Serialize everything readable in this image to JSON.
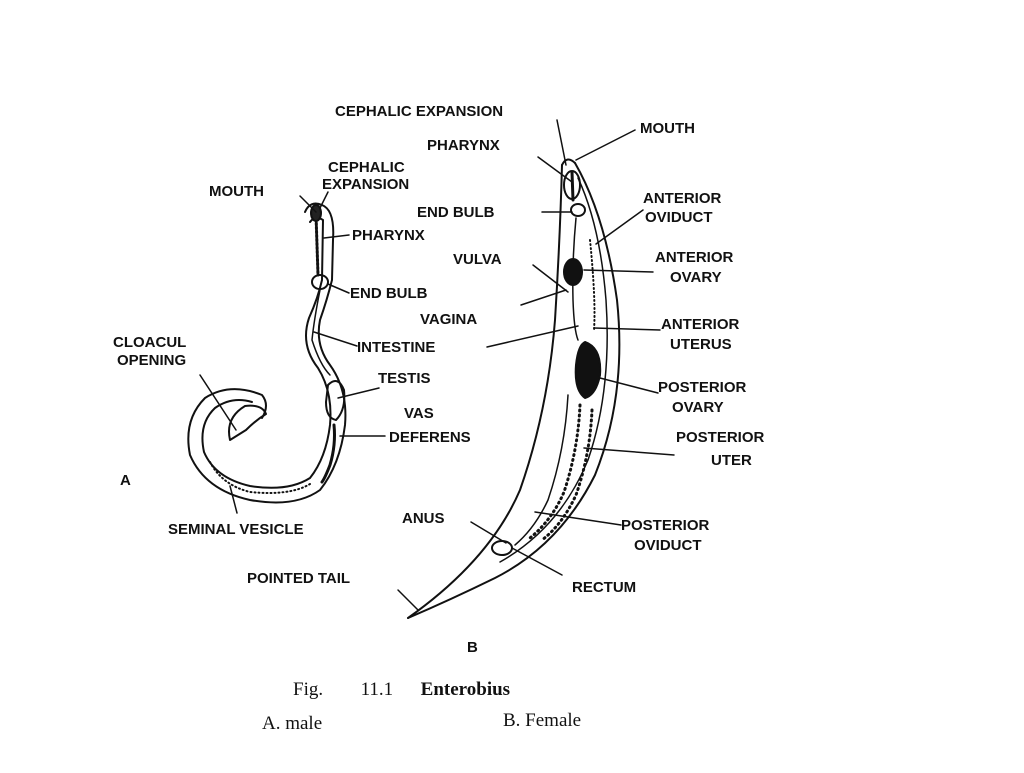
{
  "diagram": {
    "panel_a": "A",
    "panel_b": "B",
    "male_labels": {
      "mouth": "MOUTH",
      "cephalic_1": "CEPHALIC",
      "cephalic_2": "EXPANSION",
      "pharynx": "PHARYNX",
      "end_bulb": "END BULB",
      "cloacul_1": "CLOACUL",
      "cloacul_2": "OPENING",
      "intestine": "INTESTINE",
      "testis": "TESTIS",
      "vas_1": "VAS",
      "vas_2": "DEFERENS",
      "seminal_vesicle": "SEMINAL VESICLE"
    },
    "female_labels": {
      "cephalic_expansion": "CEPHALIC EXPANSION",
      "pharynx": "PHARYNX",
      "mouth": "MOUTH",
      "end_bulb": "END BULB",
      "ant_oviduct_1": "ANTERIOR",
      "ant_oviduct_2": "OVIDUCT",
      "vulva": "VULVA",
      "ant_ovary_1": "ANTERIOR",
      "ant_ovary_2": "OVARY",
      "vagina": "VAGINA",
      "ant_uterus_1": "ANTERIOR",
      "ant_uterus_2": "UTERUS",
      "post_ovary_1": "POSTERIOR",
      "post_ovary_2": "OVARY",
      "post_uter_1": "POSTERIOR",
      "post_uter_2": "UTER",
      "anus": "ANUS",
      "post_oviduct_1": "POSTERIOR",
      "post_oviduct_2": "OVIDUCT",
      "pointed_tail": "POINTED TAIL",
      "rectum": "RECTUM"
    }
  },
  "caption": {
    "fig": "Fig.",
    "number": "11.1",
    "title": "Enterobius",
    "sub_a": "A.  male",
    "sub_b": "B.  Female"
  }
}
